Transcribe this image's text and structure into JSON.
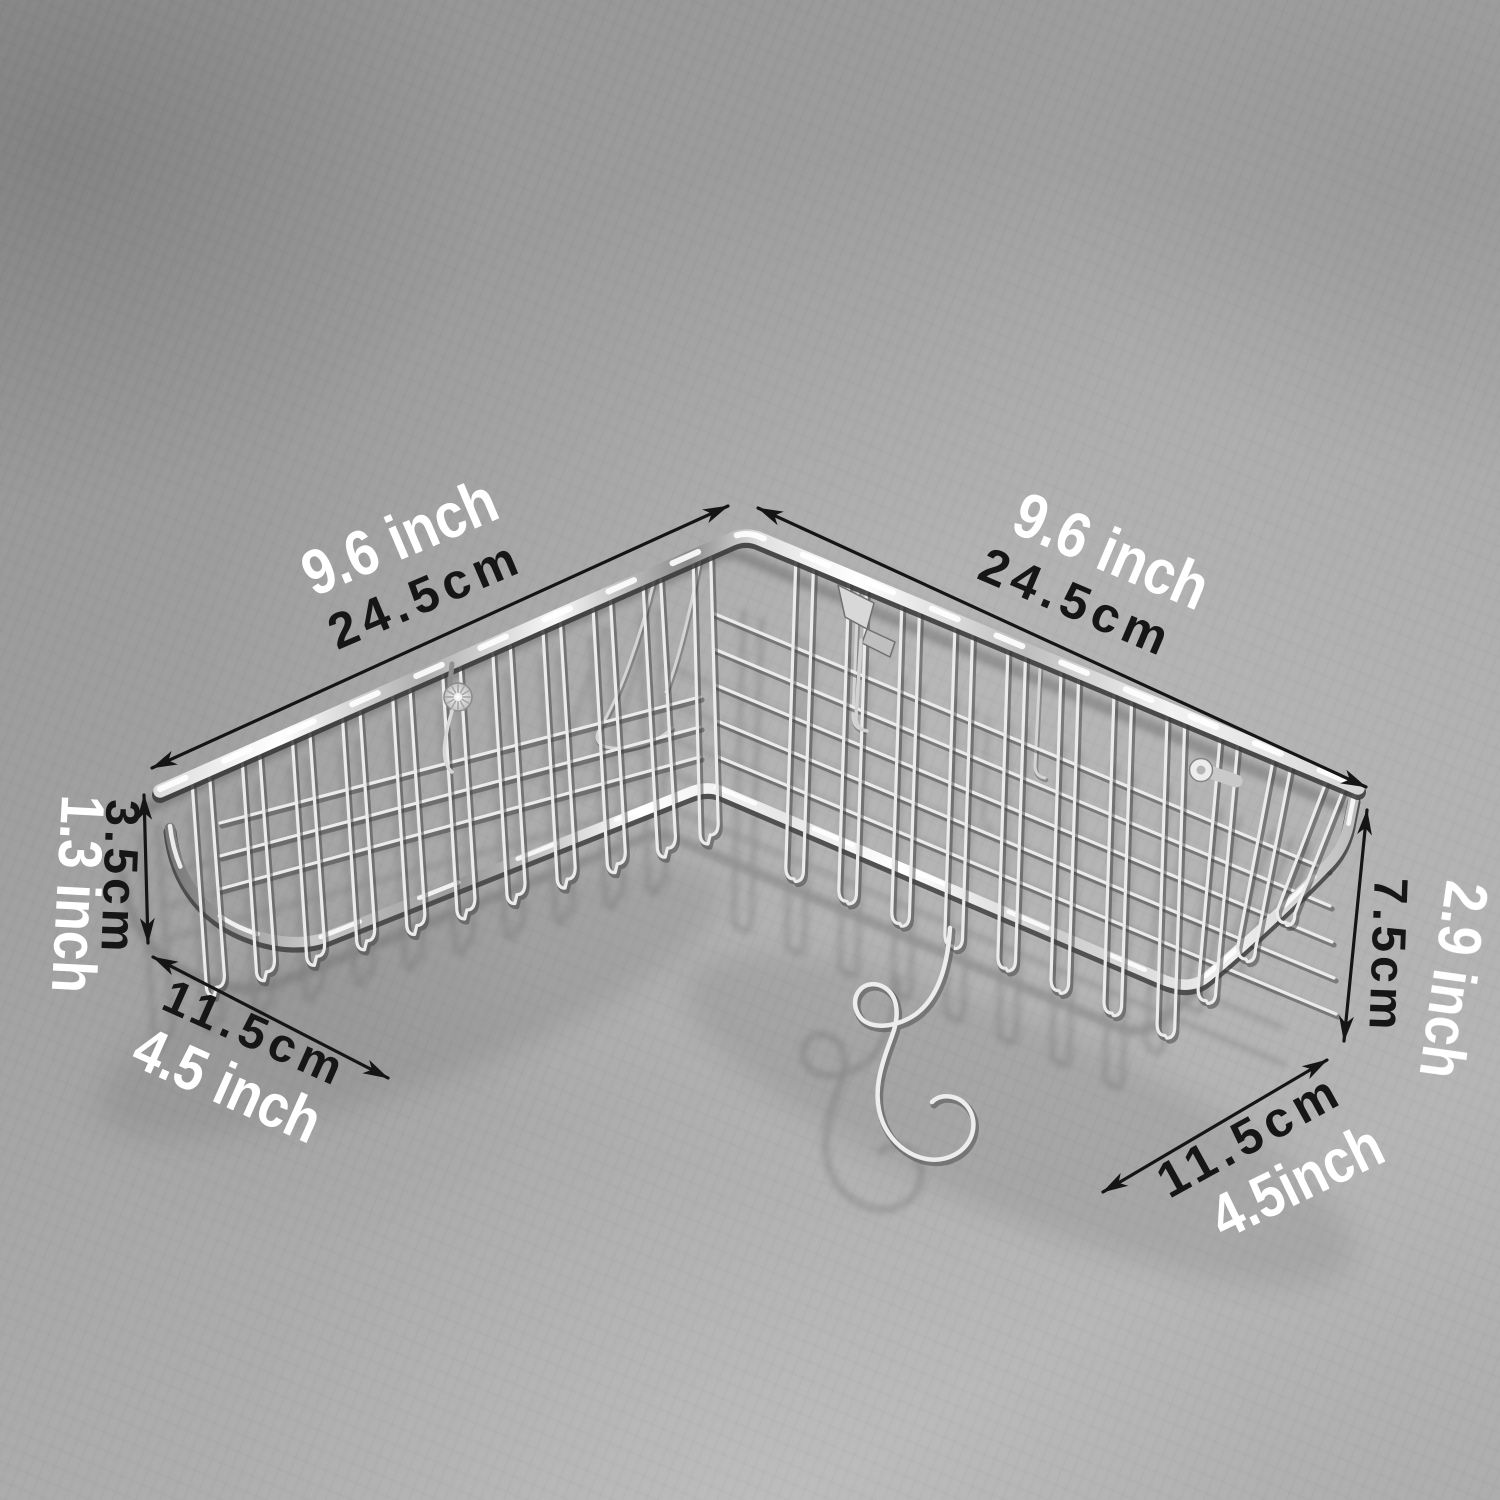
{
  "image_type": "annotated product dimension photo",
  "product": {
    "subject": "L-shaped corner wire shower caddy basket",
    "finish": "polished chrome"
  },
  "palette": {
    "wall_gray": "#a4a4a4",
    "chrome_light": "#f5f5f5",
    "chrome_dark": "#4a4a4a",
    "label_white": "#ffffff",
    "label_black": "#161616",
    "arrow_black": "#151515"
  },
  "dimensions": {
    "left_arm": {
      "inch": "9.6 inch",
      "cm": "24.5cm"
    },
    "right_arm": {
      "inch": "9.6 inch",
      "cm": "24.5cm"
    },
    "left_height": {
      "inch": "1.3 inch",
      "cm": "3.5cm"
    },
    "left_width": {
      "inch": "4.5 inch",
      "cm": "11.5cm"
    },
    "right_height": {
      "inch": "2.9 inch",
      "cm": "7.5cm"
    },
    "right_width": {
      "inch": "4.5inch",
      "cm": "11.5cm"
    }
  }
}
